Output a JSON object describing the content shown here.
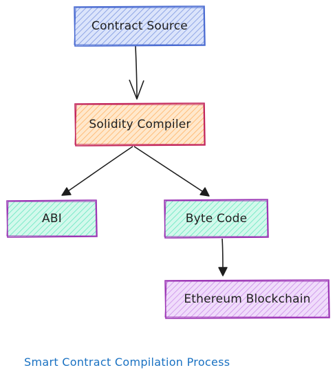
{
  "nodes": [
    {
      "id": "contract-source",
      "label": "Contract Source",
      "fill": "#a5b8e8",
      "stroke": "#4a6bd1"
    },
    {
      "id": "solidity-compiler",
      "label": "Solidity Compiler",
      "fill": "#ffc98b",
      "stroke": "#c2255c"
    },
    {
      "id": "abi",
      "label": "ABI",
      "fill": "#96f2d7",
      "stroke": "#9c36b5"
    },
    {
      "id": "byte-code",
      "label": "Byte Code",
      "fill": "#96f2d7",
      "stroke": "#9c36b5"
    },
    {
      "id": "ethereum-blockchain",
      "label": "Ethereum Blockchain",
      "fill": "#d8b4f0",
      "stroke": "#9c36b5"
    }
  ],
  "edges": [
    {
      "from": "contract-source",
      "to": "solidity-compiler"
    },
    {
      "from": "solidity-compiler",
      "to": "abi"
    },
    {
      "from": "solidity-compiler",
      "to": "byte-code"
    },
    {
      "from": "byte-code",
      "to": "ethereum-blockchain"
    }
  ],
  "caption": "Smart Contract Compilation Process",
  "colors": {
    "arrow": "#1e1e1e",
    "caption": "#1971c2"
  }
}
